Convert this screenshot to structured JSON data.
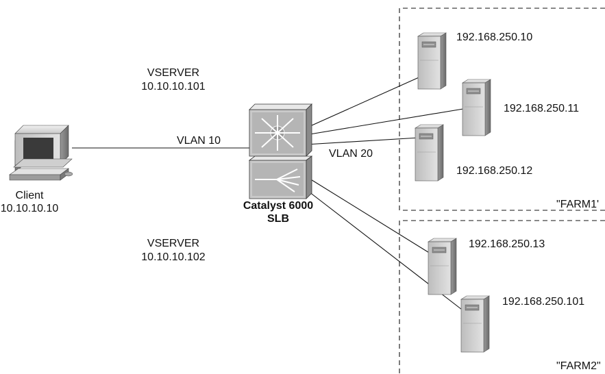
{
  "client": {
    "label": "Client",
    "ip": "10.10.10.10"
  },
  "vserver1": {
    "label": "VSERVER",
    "ip": "10.10.10.101"
  },
  "vserver2": {
    "label": "VSERVER",
    "ip": "10.10.10.102"
  },
  "vlan10": "VLAN 10",
  "vlan20": "VLAN 20",
  "switch": {
    "line1": "Catalyst 6000",
    "line2": "SLB"
  },
  "servers": [
    {
      "ip": "192.168.250.10"
    },
    {
      "ip": "192.168.250.11"
    },
    {
      "ip": "192.168.250.12"
    },
    {
      "ip": "192.168.250.13"
    },
    {
      "ip": "192.168.250.101"
    }
  ],
  "farms": [
    {
      "label": "\"FARM1'"
    },
    {
      "label": "\"FARM2\""
    }
  ],
  "colors": {
    "device_light": "#d8d8d8",
    "device_mid": "#a8a8a8",
    "device_dark": "#6e6e6e",
    "line": "#111111"
  }
}
